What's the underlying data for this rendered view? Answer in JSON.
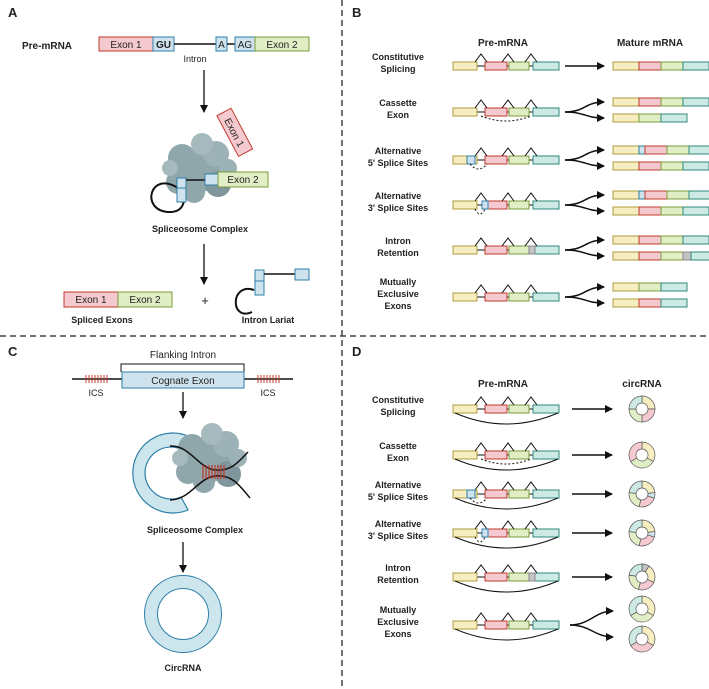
{
  "panels": {
    "A": {
      "letter": "A",
      "pre_mrna": "Pre-mRNA",
      "exon1": "Exon 1",
      "exon2": "Exon 2",
      "gu": "GU",
      "a": "A",
      "ag": "AG",
      "intron": "Intron",
      "spliceosome": "Spliceosome Complex",
      "spliced_exons": "Spliced Exons",
      "intron_lariat": "Intron Lariat",
      "plus": "+"
    },
    "B": {
      "letter": "B",
      "col_pre": "Pre-mRNA",
      "col_mature": "Mature mRNA",
      "rows": [
        {
          "l1": "Constitutive",
          "l2": "Splicing",
          "l3": ""
        },
        {
          "l1": "Cassette",
          "l2": "Exon",
          "l3": ""
        },
        {
          "l1": "Alternative",
          "l2": "5' Splice Sites",
          "l3": ""
        },
        {
          "l1": "Alternative",
          "l2": "3' Splice Sites",
          "l3": ""
        },
        {
          "l1": "Intron",
          "l2": "Retention",
          "l3": ""
        },
        {
          "l1": "Mutually",
          "l2": "Exclusive",
          "l3": "Exons"
        }
      ]
    },
    "C": {
      "letter": "C",
      "flanking_intron": "Flanking Intron",
      "cognate_exon": "Cognate Exon",
      "ics_left": "ICS",
      "ics_right": "ICS",
      "spliceosome": "Spliceosome Complex",
      "circrna": "CircRNA"
    },
    "D": {
      "letter": "D",
      "col_pre": "Pre-mRNA",
      "col_circ": "circRNA",
      "rows": [
        {
          "l1": "Constitutive",
          "l2": "Splicing",
          "l3": ""
        },
        {
          "l1": "Cassette",
          "l2": "Exon",
          "l3": ""
        },
        {
          "l1": "Alternative",
          "l2": "5' Splice Sites",
          "l3": ""
        },
        {
          "l1": "Alternative",
          "l2": "3' Splice Sites",
          "l3": ""
        },
        {
          "l1": "Intron",
          "l2": "Retention",
          "l3": ""
        },
        {
          "l1": "Mutually",
          "l2": "Exclusive",
          "l3": "Exons"
        }
      ]
    }
  },
  "colors": {
    "yellow": "#f6eec1",
    "pink": "#f4c9cf",
    "green": "#e1edc4",
    "teal": "#cde9e4",
    "blue": "#cfe3ee",
    "gray": "#c4c4c4",
    "spliceosome": "#8fa6ab",
    "ics": "#c0392b"
  }
}
